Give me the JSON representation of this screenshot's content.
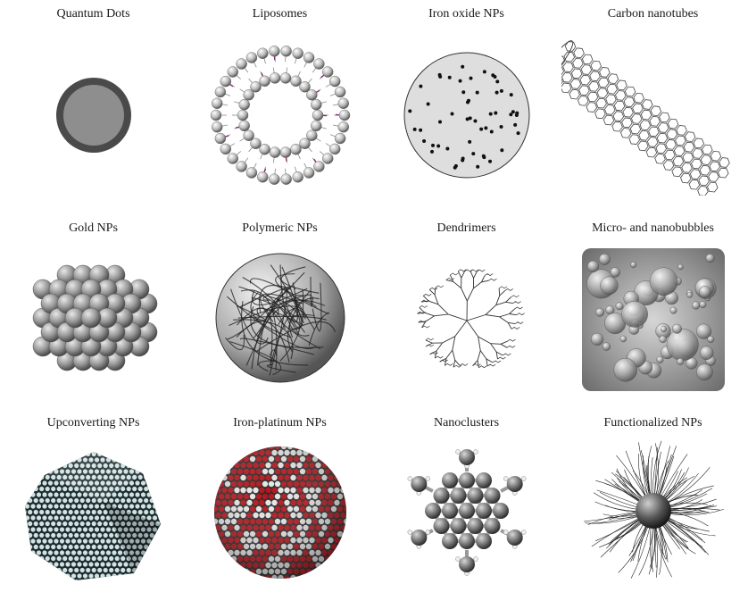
{
  "items": [
    {
      "label": "Quantum Dots"
    },
    {
      "label": "Liposomes"
    },
    {
      "label": "Iron oxide NPs"
    },
    {
      "label": "Carbon nanotubes"
    },
    {
      "label": "Gold NPs"
    },
    {
      "label": "Polymeric NPs"
    },
    {
      "label": "Dendrimers"
    },
    {
      "label": "Micro- and nanobubbles"
    },
    {
      "label": "Upconverting NPs"
    },
    {
      "label": "Iron-platinum NPs"
    },
    {
      "label": "Nanoclusters"
    },
    {
      "label": "Functionalized NPs"
    }
  ],
  "colors": {
    "qd_shell": "#4a4a4a",
    "qd_core": "#8e8e8e",
    "iron_oxide_fill": "#dedede",
    "fept_red": "#b3141b",
    "ucnp_dark": "#1f2a2e",
    "ucnp_light": "#cfe3e3"
  }
}
